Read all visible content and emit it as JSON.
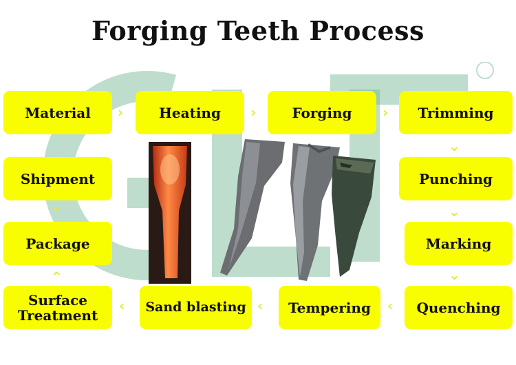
{
  "title": "Forging Teeth Process",
  "steps": [
    {
      "label": "Material"
    },
    {
      "label": "Heating"
    },
    {
      "label": "Forging"
    },
    {
      "label": "Trimming"
    },
    {
      "label": "Punching"
    },
    {
      "label": "Marking"
    },
    {
      "label": "Quenching"
    },
    {
      "label": "Tempering"
    },
    {
      "label": "Sand blasting"
    },
    {
      "label": "Surface\nTreatment"
    },
    {
      "label": "Package"
    },
    {
      "label": "Shipment"
    }
  ],
  "colors": {
    "box_fill": "#f8fd00",
    "arrow": "#e3ec38",
    "watermark": "#6fb38f"
  },
  "icons": {
    "arrow_right": "arrow-right-icon",
    "arrow_down": "arrow-down-icon",
    "arrow_left": "arrow-left-icon",
    "arrow_up": "arrow-up-icon"
  }
}
